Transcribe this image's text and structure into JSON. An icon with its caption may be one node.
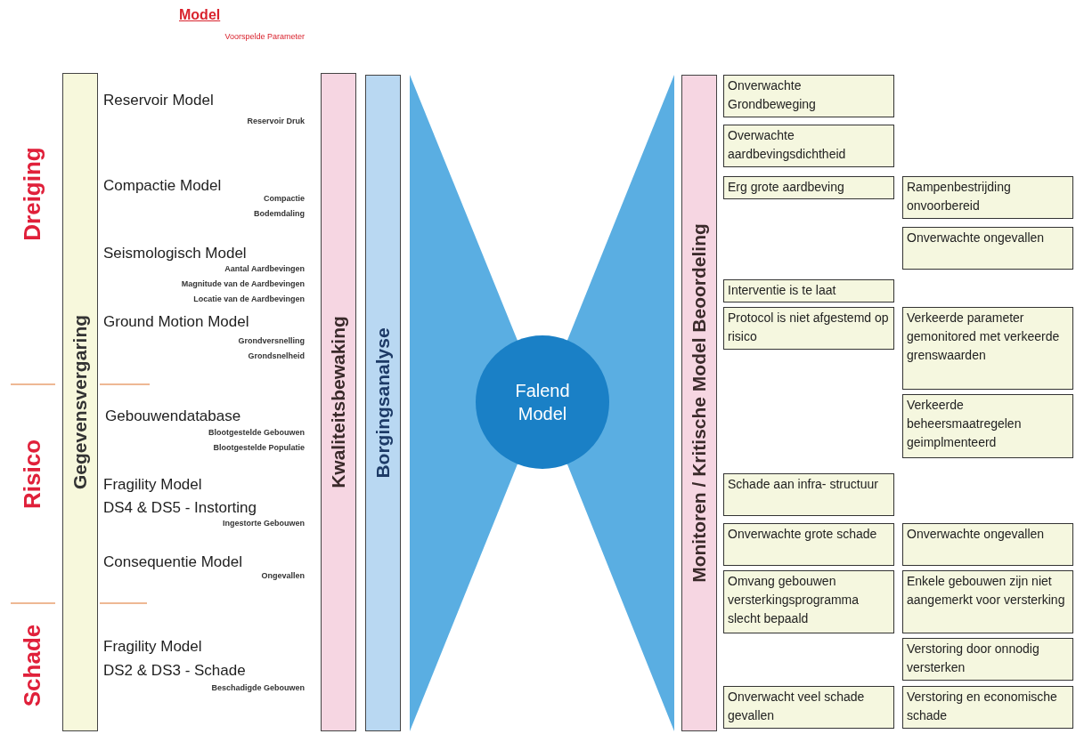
{
  "diagram": {
    "nodes": [
      {
        "text": [
          "Gegevensvergaring"
        ]
      },
      {
        "text": [
          "Kwaliteitsbewaking"
        ]
      },
      {
        "text": [
          "Borgingsanalyse"
        ]
      },
      {
        "text": [
          "Falend Model"
        ]
      },
      {
        "text": [
          "Monitoren / Kritische Model Beoordeling"
        ]
      },
      {
        "text": [
          "Onverwachte Grondbeweging"
        ]
      },
      {
        "text": [
          "Overwachte aardbevingsdichtheid"
        ]
      },
      {
        "text": [
          "Erg grote aardbeving"
        ]
      },
      {
        "text": [
          "Rampenbestrijding onvoorbereid"
        ]
      },
      {
        "text": [
          "Onverwachte ongevallen"
        ]
      },
      {
        "text": [
          "Interventie is te laat"
        ]
      },
      {
        "text": [
          "Protocol is niet afgestemd op risico"
        ]
      },
      {
        "text": [
          "Verkeerde parameter gemonitored met verkeerde grenswaarden"
        ]
      },
      {
        "text": [
          "Verkeerde beheersmaatregelen geimplmenteerd"
        ]
      },
      {
        "text": [
          "Schade aan infra- structuur"
        ]
      },
      {
        "text": [
          "Onverwachte grote schade"
        ]
      },
      {
        "text": [
          "Onverwachte ongevallen"
        ]
      },
      {
        "text": [
          "Omvang gebouwen versterkingsprogramma slecht bepaald"
        ]
      },
      {
        "text": [
          "Enkele gebouwen zijn niet aangemerkt voor versterking"
        ]
      },
      {
        "text": [
          "Verstoring door onnodig versterken"
        ]
      },
      {
        "text": [
          "Onverwacht veel schade gevallen"
        ]
      },
      {
        "text": [
          "Verstoring en economische schade"
        ]
      }
    ],
    "labels": [
      "Model",
      "Voorspelde Parameter",
      "Dreiging",
      "Reservoir Model",
      "Reservoir Druk",
      "Compactie Model",
      "Compactie",
      "Bodemdaling",
      "Seismologisch Model",
      "Aantal Aardbevingen",
      "Magnitude van de Aardbevingen",
      "Locatie van de Aardbevingen",
      "Ground Motion Model",
      "Grondversnelling",
      "Grondsnelheid",
      "Risico",
      "Gebouwendatabase",
      "Blootgestelde Gebouwen",
      "Blootgestelde Populatie",
      "Fragility Model",
      "DS4 & DS5 - Instorting",
      "Ingestorte Gebouwen",
      "Consequentie Model",
      "Ongevallen",
      "Schade",
      "Fragility Model",
      "DS2 & DS3 - Schade",
      "Beschadigde Gebouwen"
    ]
  }
}
